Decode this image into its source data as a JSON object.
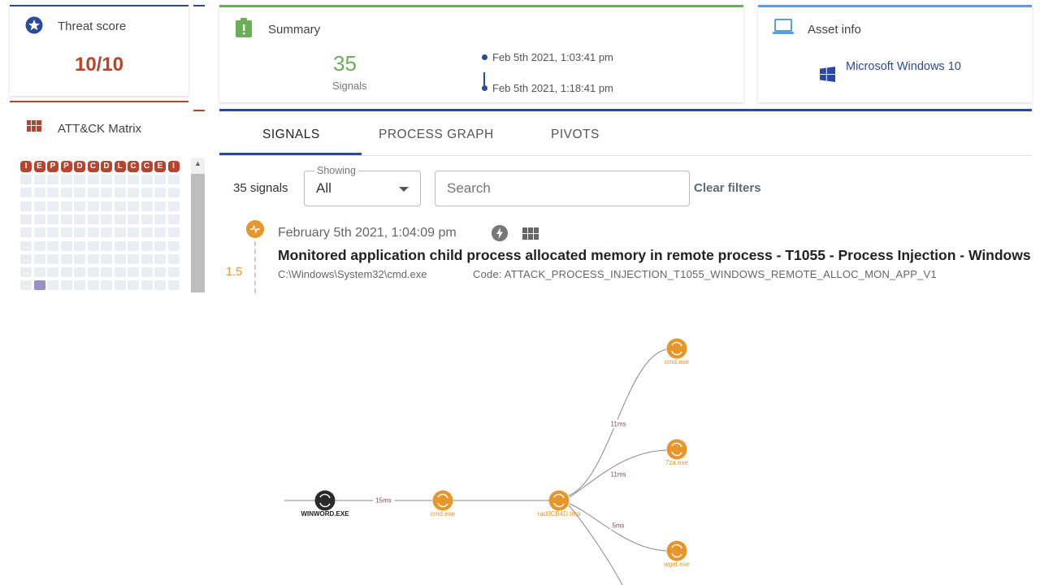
{
  "threat_card": {
    "title": "Threat score",
    "value": "10/10",
    "icon": "star-icon"
  },
  "summary_card": {
    "title": "Summary",
    "signals_count": "35",
    "signals_label": "Signals",
    "time_start": "Feb 5th 2021, 1:03:41 pm",
    "time_end": "Feb 5th 2021, 1:18:41 pm",
    "icon": "clipboard-alert-icon"
  },
  "asset_card": {
    "title": "Asset info",
    "os": "Microsoft Windows 10",
    "icon": "laptop-icon",
    "os_icon": "windows-logo-icon"
  },
  "attack_card": {
    "title": "ATT&CK Matrix",
    "icon": "grid-icon",
    "tactics": [
      "I",
      "E",
      "P",
      "P",
      "D",
      "C",
      "D",
      "L",
      "C",
      "C",
      "E",
      "I"
    ],
    "rows": 9,
    "highlighted": [
      {
        "row": 8,
        "col": 1
      }
    ]
  },
  "tabs": [
    "SIGNALS",
    "PROCESS GRAPH",
    "PIVOTS"
  ],
  "filters": {
    "signals_count_text": "35 signals",
    "showing_label": "Showing",
    "showing_value": "All",
    "search_placeholder": "Search",
    "clear_filters": "Clear filters"
  },
  "signal": {
    "score": "1.5",
    "date": "February 5th 2021, 1:04:09 pm",
    "title": "Monitored application child process allocated memory in remote process - T1055 - Process Injection - Windows",
    "path": "C:\\Windows\\System32\\cmd.exe",
    "code": "Code: ATTACK_PROCESS_INJECTION_T1055_WINDOWS_REMOTE_ALLOC_MON_APP_V1"
  },
  "process_graph": {
    "nodes": {
      "winword": "WINWORD.EXE",
      "cmd1": "cmd.exe",
      "rad": "rad0CB4D.tmp",
      "cmd2": "cmd.exe",
      "za": "7za.exe",
      "wget": "wget.exe"
    },
    "edges": {
      "winword_cmd1": "15ms",
      "rad_cmd2": "11ms",
      "rad_za": "11ms",
      "rad_wget": "5ms"
    },
    "colors": {
      "node_active": "#e8962b",
      "node_root": "#2a2a2a",
      "edge": "#888888",
      "edge_label": "#8a4a5a"
    }
  }
}
